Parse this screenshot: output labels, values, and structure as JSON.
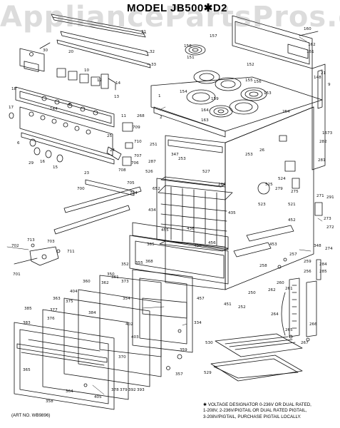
{
  "watermark": "AppliancePartsPros.com",
  "title": "MODEL  JB500✱D2",
  "art_number": "(ART NO. WB9896)",
  "notes": [
    "✱ VOLTAGE DESIGNATOR 0-236V OR DUAL RATED,",
    "1-208V, 2-236V/PIGTAIL OR DUAL RATED PIGTAIL,",
    "3-208V/PIGTAIL, PURCHASE PIGTAIL LOCALLY."
  ],
  "callouts": [
    {
      "id": "c1",
      "text": "31"
    },
    {
      "id": "c2",
      "text": "32"
    },
    {
      "id": "c3",
      "text": "33"
    },
    {
      "id": "c4",
      "text": "30"
    },
    {
      "id": "c5",
      "text": "20"
    },
    {
      "id": "c6",
      "text": "10"
    },
    {
      "id": "c7",
      "text": "12"
    },
    {
      "id": "c8",
      "text": "13"
    },
    {
      "id": "c9",
      "text": "14"
    },
    {
      "id": "c10",
      "text": "18"
    },
    {
      "id": "c11",
      "text": "144"
    },
    {
      "id": "c12",
      "text": "8"
    },
    {
      "id": "c13",
      "text": "17"
    },
    {
      "id": "c14",
      "text": "11"
    },
    {
      "id": "c15",
      "text": "25"
    },
    {
      "id": "c16",
      "text": "24"
    },
    {
      "id": "c17",
      "text": "23"
    },
    {
      "id": "c18",
      "text": "6"
    },
    {
      "id": "c19",
      "text": "29"
    },
    {
      "id": "c20",
      "text": "16"
    },
    {
      "id": "c21",
      "text": "15"
    },
    {
      "id": "c22",
      "text": "700"
    },
    {
      "id": "c23",
      "text": "705"
    },
    {
      "id": "c24",
      "text": "704"
    },
    {
      "id": "c25",
      "text": "708"
    },
    {
      "id": "c26",
      "text": "709"
    },
    {
      "id": "c27",
      "text": "710"
    },
    {
      "id": "c28",
      "text": "707"
    },
    {
      "id": "c29",
      "text": "706"
    },
    {
      "id": "c30",
      "text": "713"
    },
    {
      "id": "c31",
      "text": "702"
    },
    {
      "id": "c32",
      "text": "703"
    },
    {
      "id": "c33",
      "text": "701"
    },
    {
      "id": "c34",
      "text": "711"
    },
    {
      "id": "c35",
      "text": "157"
    },
    {
      "id": "c36",
      "text": "158"
    },
    {
      "id": "c37",
      "text": "151"
    },
    {
      "id": "c38",
      "text": "152"
    },
    {
      "id": "c39",
      "text": "155"
    },
    {
      "id": "c40",
      "text": "159"
    },
    {
      "id": "c41",
      "text": "154"
    },
    {
      "id": "c42",
      "text": "153"
    },
    {
      "id": "c43",
      "text": "156"
    },
    {
      "id": "c44",
      "text": "160"
    },
    {
      "id": "c45",
      "text": "162"
    },
    {
      "id": "c46",
      "text": "161"
    },
    {
      "id": "c47",
      "text": "21"
    },
    {
      "id": "c48",
      "text": "148"
    },
    {
      "id": "c49",
      "text": "9"
    },
    {
      "id": "c50",
      "text": "1"
    },
    {
      "id": "c51",
      "text": "163"
    },
    {
      "id": "c52",
      "text": "164"
    },
    {
      "id": "c53",
      "text": "254"
    },
    {
      "id": "c54",
      "text": "268"
    },
    {
      "id": "c55",
      "text": "2"
    },
    {
      "id": "c56",
      "text": "251"
    },
    {
      "id": "c57",
      "text": "282"
    },
    {
      "id": "c58",
      "text": "26"
    },
    {
      "id": "c59",
      "text": "253"
    },
    {
      "id": "c60",
      "text": "1673"
    },
    {
      "id": "c61",
      "text": "281"
    },
    {
      "id": "c62",
      "text": "347"
    },
    {
      "id": "c63",
      "text": "253"
    },
    {
      "id": "c64",
      "text": "526"
    },
    {
      "id": "c65",
      "text": "287"
    },
    {
      "id": "c66",
      "text": "527"
    },
    {
      "id": "c67",
      "text": "652"
    },
    {
      "id": "c68",
      "text": "286"
    },
    {
      "id": "c69",
      "text": "524"
    },
    {
      "id": "c70",
      "text": "279"
    },
    {
      "id": "c71",
      "text": "525"
    },
    {
      "id": "c72",
      "text": "275"
    },
    {
      "id": "c73",
      "text": "523"
    },
    {
      "id": "c74",
      "text": "521"
    },
    {
      "id": "c75",
      "text": "271"
    },
    {
      "id": "c76",
      "text": "291"
    },
    {
      "id": "c77",
      "text": "272"
    },
    {
      "id": "c78",
      "text": "273"
    },
    {
      "id": "c79",
      "text": "348"
    },
    {
      "id": "c80",
      "text": "274"
    },
    {
      "id": "c81",
      "text": "434"
    },
    {
      "id": "c82",
      "text": "435"
    },
    {
      "id": "c83",
      "text": "436"
    },
    {
      "id": "c84",
      "text": "455"
    },
    {
      "id": "c85",
      "text": "452"
    },
    {
      "id": "c86",
      "text": "365"
    },
    {
      "id": "c87",
      "text": "458"
    },
    {
      "id": "c88",
      "text": "453"
    },
    {
      "id": "c89",
      "text": "456"
    },
    {
      "id": "c90",
      "text": "257"
    },
    {
      "id": "c91",
      "text": "258"
    },
    {
      "id": "c92",
      "text": "259"
    },
    {
      "id": "c93",
      "text": "284"
    },
    {
      "id": "c94",
      "text": "285"
    },
    {
      "id": "c95",
      "text": "256"
    },
    {
      "id": "c96",
      "text": "352"
    },
    {
      "id": "c97",
      "text": "355"
    },
    {
      "id": "c98",
      "text": "368"
    },
    {
      "id": "c99",
      "text": "350"
    },
    {
      "id": "c100",
      "text": "361"
    },
    {
      "id": "c101",
      "text": "373"
    },
    {
      "id": "c102",
      "text": "362"
    },
    {
      "id": "c103",
      "text": "360"
    },
    {
      "id": "c104",
      "text": "404"
    },
    {
      "id": "c105",
      "text": "354"
    },
    {
      "id": "c106",
      "text": "457"
    },
    {
      "id": "c107",
      "text": "451"
    },
    {
      "id": "c108",
      "text": "252"
    },
    {
      "id": "c109",
      "text": "250"
    },
    {
      "id": "c110",
      "text": "260"
    },
    {
      "id": "c111",
      "text": "261"
    },
    {
      "id": "c112",
      "text": "262"
    },
    {
      "id": "c113",
      "text": "264"
    },
    {
      "id": "c114",
      "text": "265"
    },
    {
      "id": "c115",
      "text": "266"
    },
    {
      "id": "c116",
      "text": "267"
    },
    {
      "id": "c117",
      "text": "363"
    },
    {
      "id": "c118",
      "text": "375"
    },
    {
      "id": "c119",
      "text": "377"
    },
    {
      "id": "c120",
      "text": "385"
    },
    {
      "id": "c121",
      "text": "376"
    },
    {
      "id": "c122",
      "text": "383"
    },
    {
      "id": "c123",
      "text": "384"
    },
    {
      "id": "c124",
      "text": "402"
    },
    {
      "id": "c125",
      "text": "403"
    },
    {
      "id": "c126",
      "text": "334"
    },
    {
      "id": "c127",
      "text": "370"
    },
    {
      "id": "c128",
      "text": "359"
    },
    {
      "id": "c129",
      "text": "357"
    },
    {
      "id": "c130",
      "text": "365"
    },
    {
      "id": "c131",
      "text": "364"
    },
    {
      "id": "c132",
      "text": "358"
    },
    {
      "id": "c133",
      "text": "405"
    },
    {
      "id": "c134",
      "text": "378"
    },
    {
      "id": "c135",
      "text": "379"
    },
    {
      "id": "c136",
      "text": "392"
    },
    {
      "id": "c137",
      "text": "393"
    },
    {
      "id": "c138",
      "text": "530"
    },
    {
      "id": "c139",
      "text": "529"
    }
  ]
}
